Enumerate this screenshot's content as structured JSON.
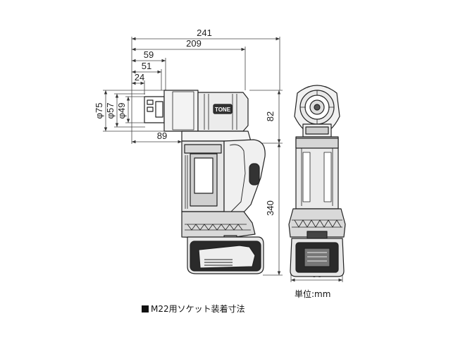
{
  "dimensions": {
    "overall_length": "241",
    "body_length": "209",
    "socket_59": "59",
    "socket_51": "51",
    "socket_24": "24",
    "head_length": "89",
    "dia_75": "φ75",
    "dia_57": "φ57",
    "dia_49": "φ49",
    "head_height": "82",
    "total_height": "340",
    "width": "90"
  },
  "logo_text": "TONE",
  "unit_label": "単位:mm",
  "caption": "M22用ソケット装着寸法"
}
